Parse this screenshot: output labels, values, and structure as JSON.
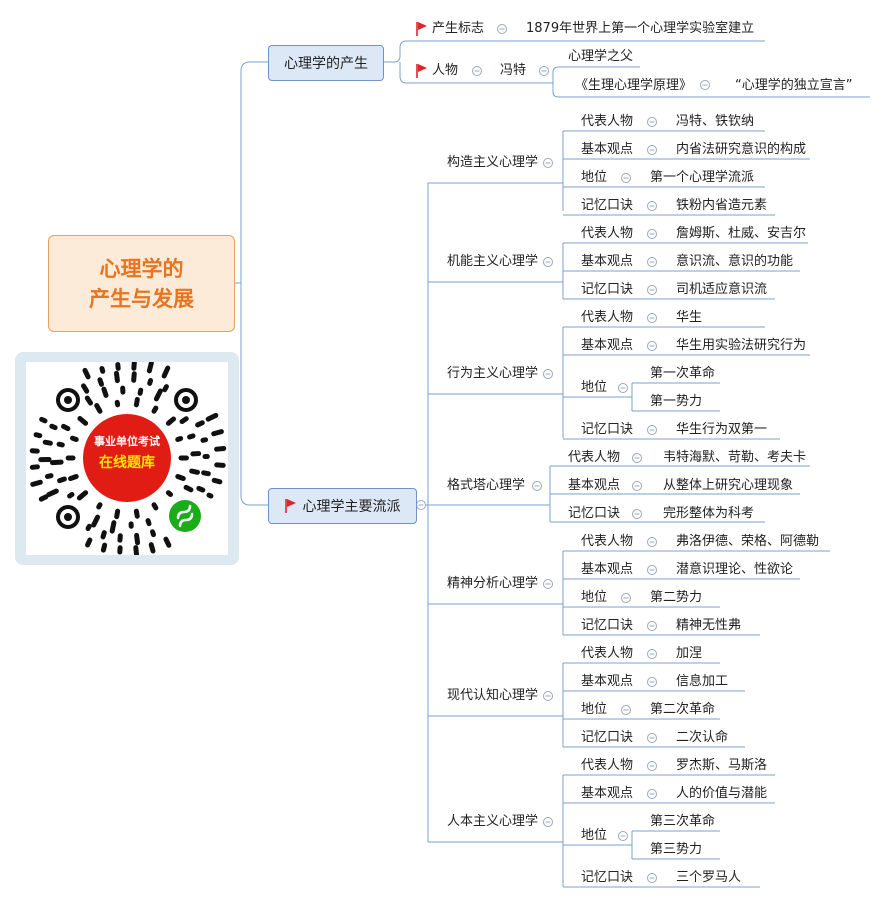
{
  "central": {
    "line1": "心理学的",
    "line2": "产生与发展"
  },
  "branch1": {
    "label": "心理学的产生",
    "items": [
      {
        "key": "产生标志",
        "value": "1879年世界上第一个心理学实验室建立"
      },
      {
        "key": "人物",
        "person": "冯特",
        "sub": [
          "心理学之父",
          "《生理心理学原理》"
        ],
        "sub_detail": "“心理学的独立宣言”"
      }
    ]
  },
  "branch2": {
    "label": "心理学主要流派",
    "schools": [
      {
        "name": "构造主义心理学",
        "rows": [
          {
            "k": "代表人物",
            "v": [
              "冯特、铁钦纳"
            ]
          },
          {
            "k": "基本观点",
            "v": [
              "内省法研究意识的构成"
            ]
          },
          {
            "k": "地位",
            "v": [
              "第一个心理学流派"
            ]
          },
          {
            "k": "记忆口诀",
            "v": [
              "铁粉内省造元素"
            ]
          }
        ]
      },
      {
        "name": "机能主义心理学",
        "rows": [
          {
            "k": "代表人物",
            "v": [
              "詹姆斯、杜威、安吉尔"
            ]
          },
          {
            "k": "基本观点",
            "v": [
              "意识流、意识的功能"
            ]
          },
          {
            "k": "记忆口诀",
            "v": [
              "司机适应意识流"
            ]
          }
        ]
      },
      {
        "name": "行为主义心理学",
        "rows": [
          {
            "k": "代表人物",
            "v": [
              "华生"
            ]
          },
          {
            "k": "基本观点",
            "v": [
              "华生用实验法研究行为"
            ]
          },
          {
            "k": "地位",
            "v": [
              "第一次革命",
              "第一势力"
            ]
          },
          {
            "k": "记忆口诀",
            "v": [
              "华生行为双第一"
            ]
          }
        ]
      },
      {
        "name": "格式塔心理学",
        "rows": [
          {
            "k": "代表人物",
            "v": [
              "韦特海默、苛勒、考夫卡"
            ]
          },
          {
            "k": "基本观点",
            "v": [
              "从整体上研究心理现象"
            ]
          },
          {
            "k": "记忆口诀",
            "v": [
              "完形整体为科考"
            ]
          }
        ]
      },
      {
        "name": "精神分析心理学",
        "rows": [
          {
            "k": "代表人物",
            "v": [
              "弗洛伊德、荣格、阿德勒"
            ]
          },
          {
            "k": "基本观点",
            "v": [
              "潜意识理论、性欲论"
            ]
          },
          {
            "k": "地位",
            "v": [
              "第二势力"
            ]
          },
          {
            "k": "记忆口诀",
            "v": [
              "精神无性弗"
            ]
          }
        ]
      },
      {
        "name": "现代认知心理学",
        "rows": [
          {
            "k": "代表人物",
            "v": [
              "加涅"
            ]
          },
          {
            "k": "基本观点",
            "v": [
              "信息加工"
            ]
          },
          {
            "k": "地位",
            "v": [
              "第二次革命"
            ]
          },
          {
            "k": "记忆口诀",
            "v": [
              "二次认命"
            ]
          }
        ]
      },
      {
        "name": "人本主义心理学",
        "rows": [
          {
            "k": "代表人物",
            "v": [
              "罗杰斯、马斯洛"
            ]
          },
          {
            "k": "基本观点",
            "v": [
              "人的价值与潜能"
            ]
          },
          {
            "k": "地位",
            "v": [
              "第三次革命",
              "第三势力"
            ]
          },
          {
            "k": "记忆口诀",
            "v": [
              "三个罗马人"
            ]
          }
        ]
      }
    ]
  },
  "qr": {
    "line1": "事业单位考试",
    "line2": "在线题库"
  },
  "colors": {
    "line": "#7aa0cf",
    "central_text": "#e8741f",
    "flag": "#e0242b",
    "qr_red": "#e01c14",
    "qr_yellow": "#ffe400",
    "qr_green": "#1aad19"
  }
}
